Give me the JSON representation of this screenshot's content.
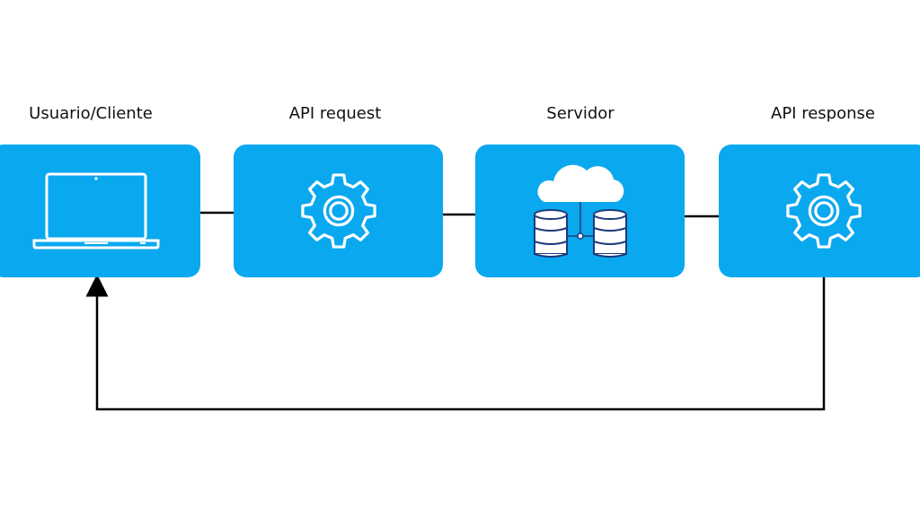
{
  "diagram": {
    "accent_color": "#0AA8EF",
    "line_color": "#000000",
    "icon_stroke": "#ffffff",
    "icon_dark": "#1C3A7A",
    "nodes": [
      {
        "id": "client",
        "label": "Usuario/Cliente",
        "icon": "laptop-icon"
      },
      {
        "id": "request",
        "label": "API request",
        "icon": "gear-icon"
      },
      {
        "id": "server",
        "label": "Servidor",
        "icon": "cloud-database-icon"
      },
      {
        "id": "response",
        "label": "API response",
        "icon": "gear-icon"
      }
    ],
    "edges": [
      {
        "from": "client",
        "to": "request"
      },
      {
        "from": "request",
        "to": "server"
      },
      {
        "from": "server",
        "to": "response"
      },
      {
        "from": "response",
        "to": "client",
        "arrow": true
      }
    ]
  }
}
